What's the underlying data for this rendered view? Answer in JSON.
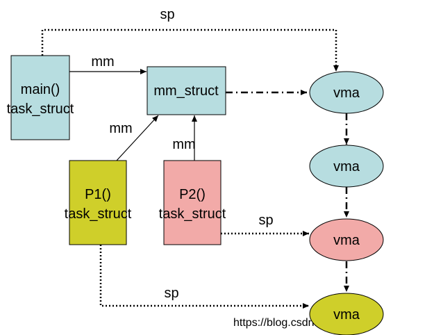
{
  "nodes": {
    "main": {
      "line1": "main()",
      "line2": "task_struct",
      "color": "#b7dde0"
    },
    "mm_struct": {
      "label": "mm_struct",
      "color": "#b7dde0"
    },
    "p1": {
      "line1": "P1()",
      "line2": "task_struct",
      "color": "#cfcf2a"
    },
    "p2": {
      "line1": "P2()",
      "line2": "task_struct",
      "color": "#f2aaa8"
    },
    "vma1": {
      "label": "vma",
      "color": "#b7dde0"
    },
    "vma2": {
      "label": "vma",
      "color": "#b7dde0"
    },
    "vma3": {
      "label": "vma",
      "color": "#f2aaa8"
    },
    "vma4": {
      "label": "vma",
      "color": "#cfcf2a"
    }
  },
  "edges": {
    "main_sp": "sp",
    "main_mm": "mm",
    "p1_mm": "mm",
    "p2_mm": "mm",
    "p2_sp": "sp",
    "p1_sp": "sp"
  },
  "watermark": "https://blog.csdn.net/mxgsgtc"
}
